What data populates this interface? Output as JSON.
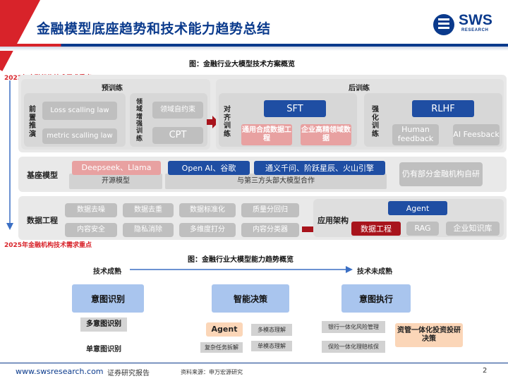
{
  "header": {
    "title": "金融模型底座趋势和技术能力趋势总结",
    "logo_text": "SWS",
    "logo_sub": "RESEARCH"
  },
  "figure1": {
    "caption": "图：金融行业大模型技术方案概览",
    "year_top": "2023年金融机构技术需求重点",
    "year_bottom": "2025年金融机构技术需求重点",
    "pretrain": {
      "title": "预训练",
      "prefix_label": "前置推演",
      "loss": "Loss scalling law",
      "metric": "metric scalling law",
      "domain_label": "领域增强训练",
      "domain_constraint": "领域自约束",
      "cpt": "CPT"
    },
    "posttrain": {
      "title": "后训练",
      "align_label": "对齐训练",
      "sft": "SFT",
      "sft_left": "通用合成数据工程",
      "sft_right": "企业高精领域数据",
      "rl_label": "强化训练",
      "rlhf": "RLHF",
      "human": "Human feedback",
      "ai": "AI Feesback"
    },
    "base": {
      "label": "基座模型",
      "open_model": "Deepseek、Llama",
      "open_caption": "开源模型",
      "openai": "Open AI、谷歌",
      "domestic": "通义千问、阶跃星辰、火山引擎",
      "cooperate_caption": "与第三方头部大模型合作",
      "self_dev": "仍有部分金融机构自研"
    },
    "data_eng": {
      "label": "数据工程",
      "items": [
        "数据去噪",
        "数据去重",
        "数据标准化",
        "质量分回归",
        "内容安全",
        "隐私消除",
        "多维度打分",
        "内容分类器"
      ]
    },
    "app": {
      "label": "应用架构",
      "agent": "Agent",
      "data_eng": "数据工程",
      "rag": "RAG",
      "kb": "企业知识库"
    }
  },
  "figure2": {
    "caption": "图：金融行业大模型能力趋势概览",
    "immature": "技术成熟",
    "mature": "技术未成熟",
    "col1": {
      "title": "意图识别",
      "multi": "多意图识别",
      "single": "单意图识别"
    },
    "col2": {
      "title": "智能决策",
      "agent": "Agent",
      "multi_modal": "多模态理解",
      "complex": "复杂任务拆解",
      "single_modal": "单模态理解"
    },
    "col3": {
      "title": "意图执行",
      "bank": "银行一体化风险管理",
      "insurance": "保险一体化理赔核保",
      "asset": "资管一体化投资投研决策"
    }
  },
  "footer": {
    "url": "www.swsresearch.com",
    "report": "证券研究报告",
    "source": "资料来源：申万宏源研究",
    "page": "2"
  },
  "colors": {
    "brand_blue": "#0a3a8c",
    "brand_red": "#d8232a",
    "accent_blue": "#1f4ea3"
  }
}
